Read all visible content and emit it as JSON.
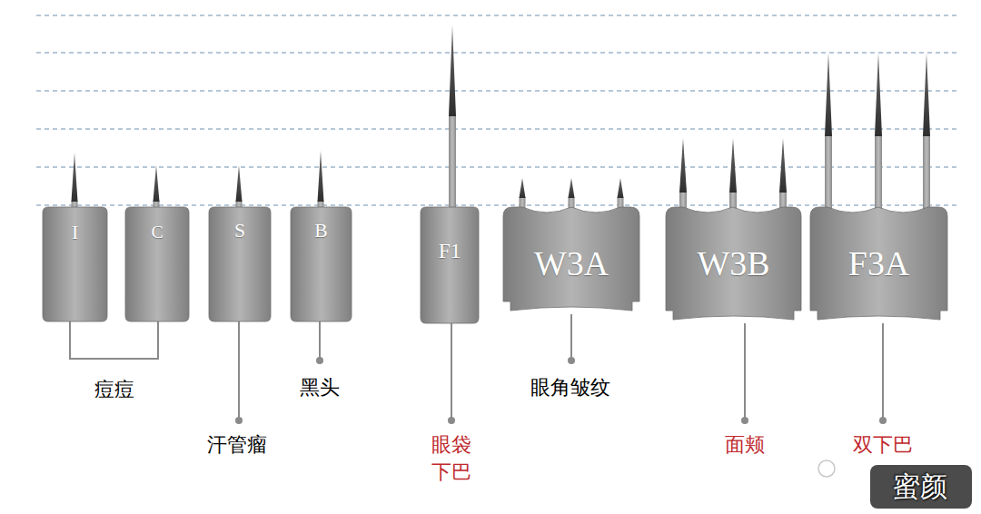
{
  "diagram": {
    "nodes": [
      {
        "text": [
          "I"
        ]
      },
      {
        "text": [
          "C"
        ]
      },
      {
        "text": [
          "S"
        ]
      },
      {
        "text": [
          "B"
        ]
      },
      {
        "text": [
          "F1"
        ]
      },
      {
        "text": [
          "W3A"
        ]
      },
      {
        "text": [
          "W3B"
        ]
      },
      {
        "text": [
          "F3A"
        ]
      }
    ],
    "labels": [
      "痘痘",
      "汗管瘤",
      "黑头",
      "眼袋 下巴",
      "眼角皱纹",
      "面颊",
      "双下巴",
      "蜜颜"
    ]
  }
}
